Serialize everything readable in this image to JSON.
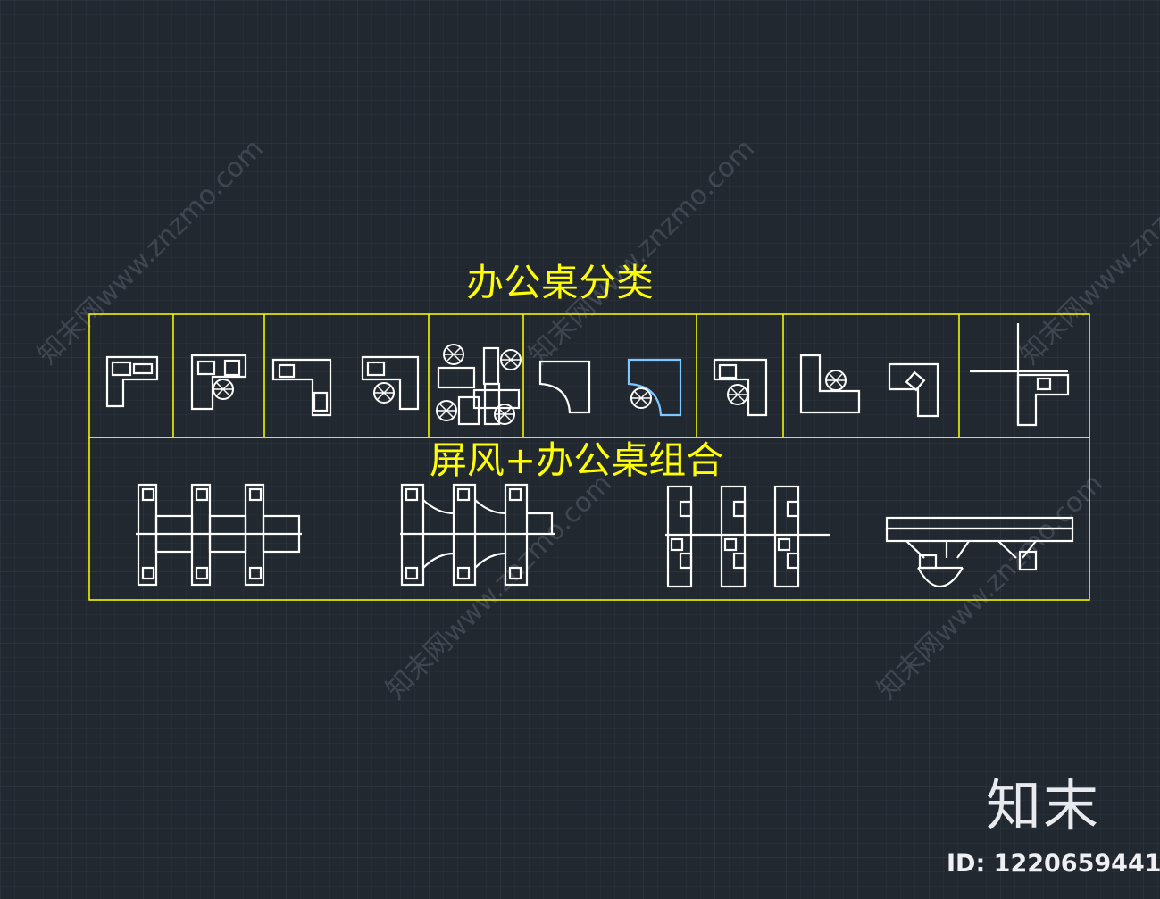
{
  "titles": {
    "category": "办公桌分类",
    "combo": "屏风+办公桌组合"
  },
  "watermark": {
    "text": "知末网www.znzmo.com"
  },
  "footer": {
    "brand": "知末",
    "id": "ID: 1220659441"
  },
  "colors": {
    "background": "#212830",
    "grid_minor": "#2a323c",
    "grid_major": "#323b47",
    "frame": "#ffff00",
    "linework": "#ffffff",
    "highlight": "#7fc8ff"
  },
  "icons": [
    "desk-plan-icon",
    "chair-icon",
    "partition-cluster-icon"
  ]
}
